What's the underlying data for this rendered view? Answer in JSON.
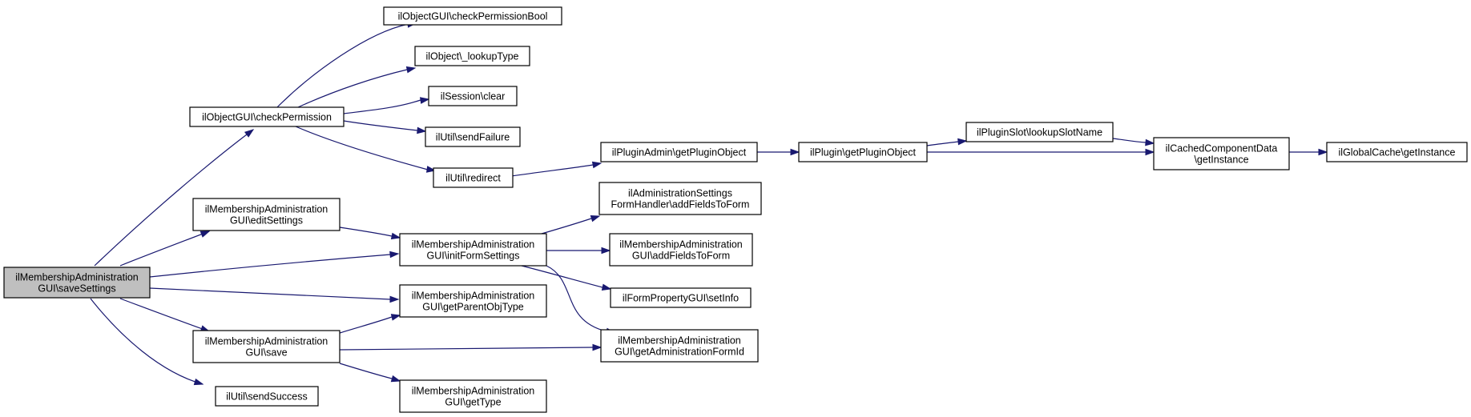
{
  "graph": {
    "edge_color": "#191970",
    "root_fill": "#bfbfbf",
    "nodes": [
      {
        "id": "saveSettings",
        "lines": [
          "ilMembershipAdministration",
          "GUI\\saveSettings"
        ],
        "root": true
      },
      {
        "id": "checkPermission",
        "lines": [
          "ilObjectGUI\\checkPermission"
        ]
      },
      {
        "id": "editSettings",
        "lines": [
          "ilMembershipAdministration",
          "GUI\\editSettings"
        ]
      },
      {
        "id": "initFormSettings",
        "lines": [
          "ilMembershipAdministration",
          "GUI\\initFormSettings"
        ]
      },
      {
        "id": "getParentObjType",
        "lines": [
          "ilMembershipAdministration",
          "GUI\\getParentObjType"
        ]
      },
      {
        "id": "save",
        "lines": [
          "ilMembershipAdministration",
          "GUI\\save"
        ]
      },
      {
        "id": "sendSuccess",
        "lines": [
          "ilUtil\\sendSuccess"
        ]
      },
      {
        "id": "checkPermissionBool",
        "lines": [
          "ilObjectGUI\\checkPermissionBool"
        ]
      },
      {
        "id": "lookupType",
        "lines": [
          "ilObject\\_lookupType"
        ]
      },
      {
        "id": "sessionClear",
        "lines": [
          "ilSession\\clear"
        ]
      },
      {
        "id": "sendFailure",
        "lines": [
          "ilUtil\\sendFailure"
        ]
      },
      {
        "id": "redirect",
        "lines": [
          "ilUtil\\redirect"
        ]
      },
      {
        "id": "adminFormHandler",
        "lines": [
          "ilAdministrationSettings",
          "FormHandler\\addFieldsToForm"
        ]
      },
      {
        "id": "addFieldsToForm",
        "lines": [
          "ilMembershipAdministration",
          "GUI\\addFieldsToForm"
        ]
      },
      {
        "id": "setInfo",
        "lines": [
          "ilFormPropertyGUI\\setInfo"
        ]
      },
      {
        "id": "getAdminFormId",
        "lines": [
          "ilMembershipAdministration",
          "GUI\\getAdministrationFormId"
        ]
      },
      {
        "id": "getType",
        "lines": [
          "ilMembershipAdministration",
          "GUI\\getType"
        ]
      },
      {
        "id": "pluginAdminGetObj",
        "lines": [
          "ilPluginAdmin\\getPluginObject"
        ]
      },
      {
        "id": "pluginGetObj",
        "lines": [
          "ilPlugin\\getPluginObject"
        ]
      },
      {
        "id": "lookupSlotName",
        "lines": [
          "ilPluginSlot\\lookupSlotName"
        ]
      },
      {
        "id": "cachedGetInstance",
        "lines": [
          "ilCachedComponentData",
          "\\getInstance"
        ]
      },
      {
        "id": "globalCacheGetInstance",
        "lines": [
          "ilGlobalCache\\getInstance"
        ]
      }
    ],
    "edges": [
      {
        "from": "saveSettings",
        "to": "checkPermission"
      },
      {
        "from": "saveSettings",
        "to": "editSettings"
      },
      {
        "from": "saveSettings",
        "to": "initFormSettings"
      },
      {
        "from": "saveSettings",
        "to": "getParentObjType"
      },
      {
        "from": "saveSettings",
        "to": "save"
      },
      {
        "from": "saveSettings",
        "to": "sendSuccess"
      },
      {
        "from": "checkPermission",
        "to": "checkPermissionBool"
      },
      {
        "from": "checkPermission",
        "to": "lookupType"
      },
      {
        "from": "checkPermission",
        "to": "sessionClear"
      },
      {
        "from": "checkPermission",
        "to": "sendFailure"
      },
      {
        "from": "checkPermission",
        "to": "redirect"
      },
      {
        "from": "redirect",
        "to": "pluginAdminGetObj"
      },
      {
        "from": "pluginAdminGetObj",
        "to": "pluginGetObj"
      },
      {
        "from": "pluginGetObj",
        "to": "lookupSlotName"
      },
      {
        "from": "pluginGetObj",
        "to": "cachedGetInstance"
      },
      {
        "from": "lookupSlotName",
        "to": "cachedGetInstance"
      },
      {
        "from": "cachedGetInstance",
        "to": "globalCacheGetInstance"
      },
      {
        "from": "editSettings",
        "to": "initFormSettings"
      },
      {
        "from": "initFormSettings",
        "to": "adminFormHandler"
      },
      {
        "from": "initFormSettings",
        "to": "addFieldsToForm"
      },
      {
        "from": "initFormSettings",
        "to": "setInfo"
      },
      {
        "from": "initFormSettings",
        "to": "getAdminFormId"
      },
      {
        "from": "save",
        "to": "getParentObjType"
      },
      {
        "from": "save",
        "to": "getAdminFormId"
      },
      {
        "from": "save",
        "to": "getType"
      }
    ]
  }
}
